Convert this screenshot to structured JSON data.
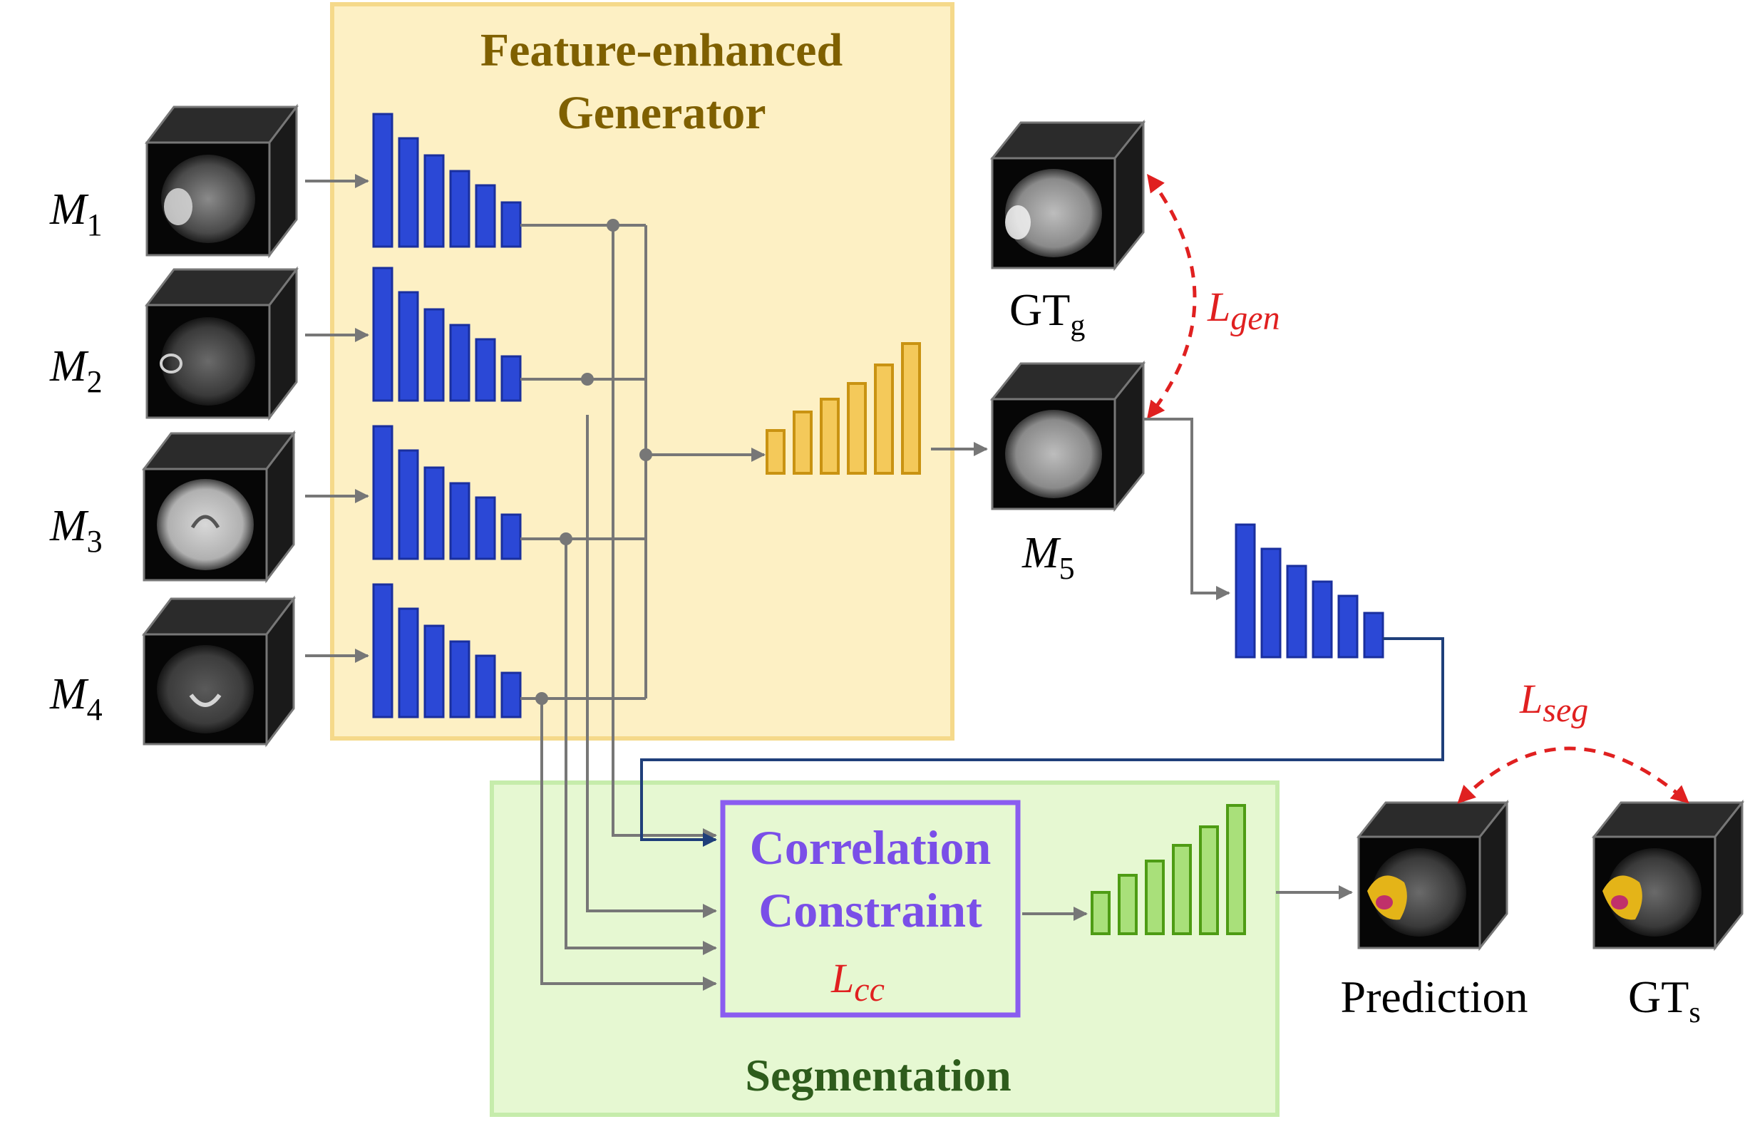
{
  "colors": {
    "generator_fill": "#fdf0c4",
    "generator_stroke": "#f5d98a",
    "generator_title": "#7f6000",
    "segmentation_fill": "#e6f8d2",
    "segmentation_stroke": "#c6ecab",
    "segmentation_title": "#2e5c1c",
    "encoder_blue": "#2b48d6",
    "decoder_gold": "#e0ac1e",
    "decoder_green": "#74bb32",
    "cc_purple": "#8a5cf0",
    "loss_red": "#e02020",
    "arrow_gray": "#777777",
    "arrow_navy": "#1f3f7a"
  },
  "generator": {
    "title_line1": "Feature-enhanced",
    "title_line2": "Generator"
  },
  "segmentation": {
    "title": "Segmentation"
  },
  "correlation": {
    "line1": "Correlation",
    "line2": "Constraint",
    "loss_main": "L",
    "loss_sub": "cc"
  },
  "inputs": [
    {
      "main": "M",
      "sub": "1"
    },
    {
      "main": "M",
      "sub": "2"
    },
    {
      "main": "M",
      "sub": "3"
    },
    {
      "main": "M",
      "sub": "4"
    }
  ],
  "generated": {
    "main": "M",
    "sub": "5"
  },
  "gt_gen": {
    "main": "GT",
    "sub": "g"
  },
  "gt_seg": {
    "main": "GT",
    "sub": "s"
  },
  "prediction": {
    "label": "Prediction"
  },
  "losses": {
    "gen": {
      "main": "L",
      "sub": "gen"
    },
    "seg": {
      "main": "L",
      "sub": "seg"
    }
  },
  "icons": [
    "brain-mri-volume",
    "encoder-bars",
    "decoder-bars",
    "dashed-double-arrow"
  ]
}
